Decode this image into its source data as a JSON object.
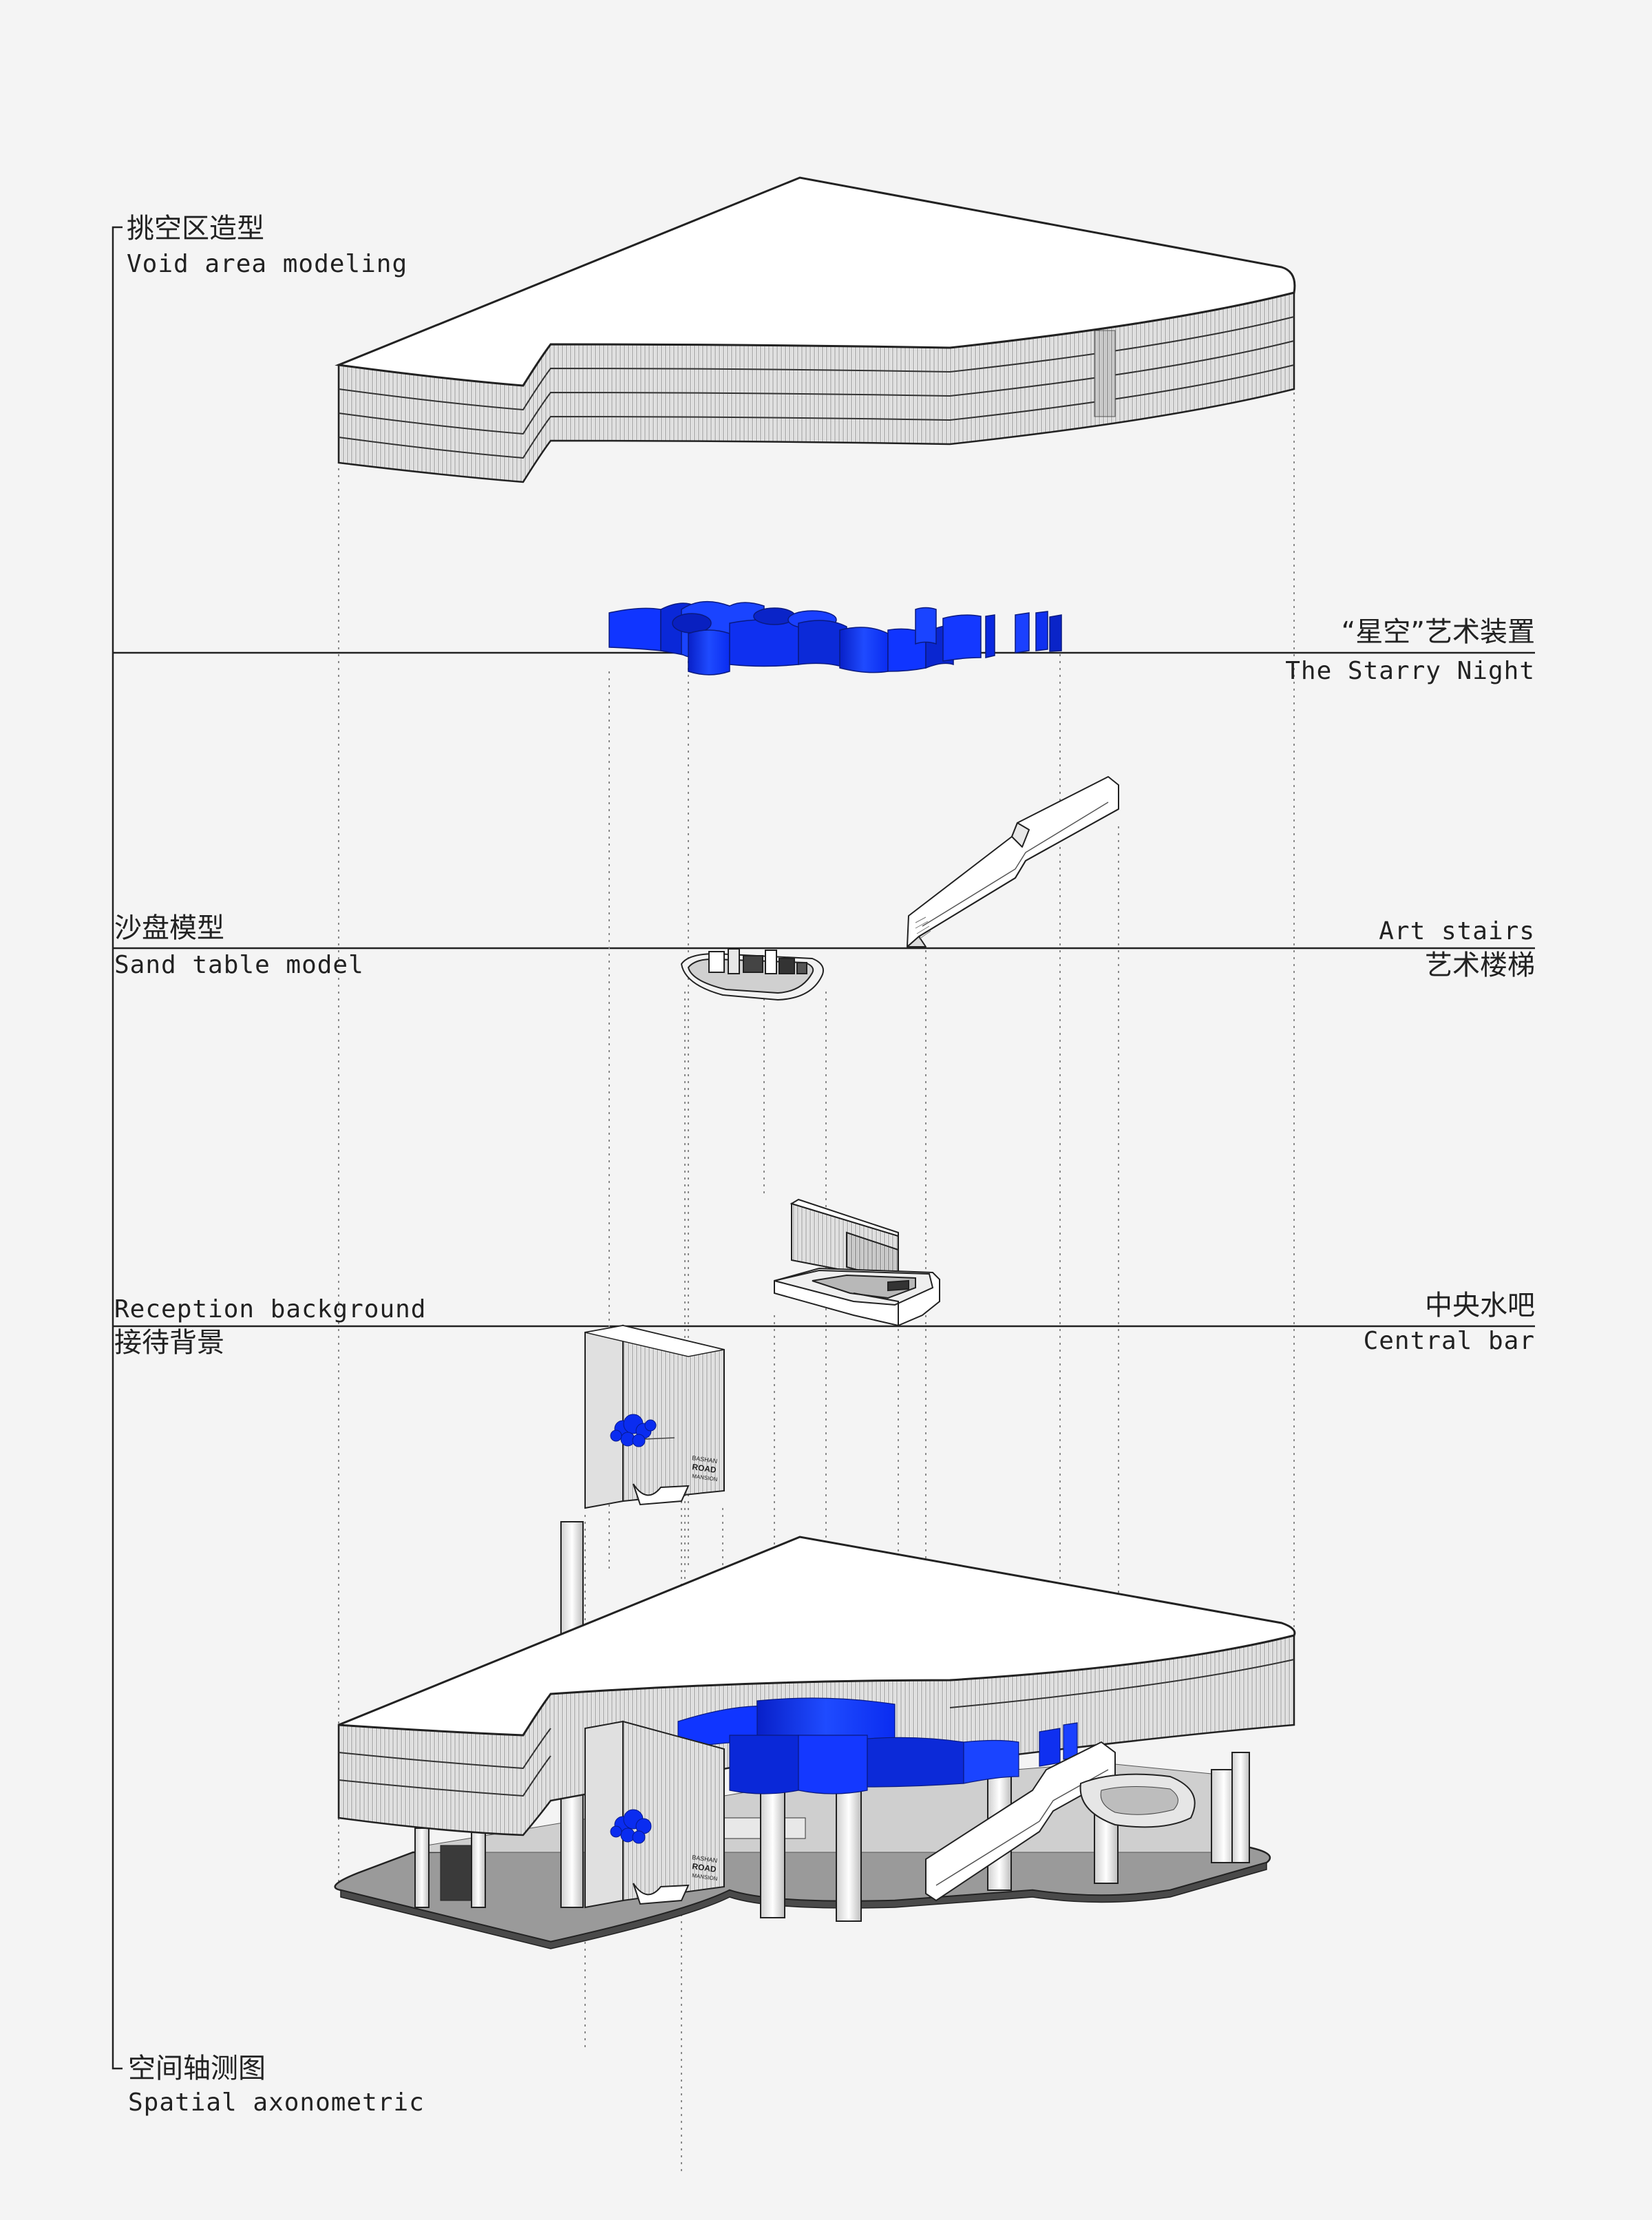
{
  "labels": {
    "void_zh": "挑空区造型",
    "void_en": "Void area modeling",
    "starry_zh": "“星空”艺术装置",
    "starry_en": "The Starry Night",
    "sand_zh": "沙盘模型",
    "sand_en": "Sand table model",
    "stairs_en": "Art stairs",
    "stairs_zh": "艺术楼梯",
    "reception_en": "Reception background",
    "reception_zh": "接待背景",
    "bar_zh": "中央水吧",
    "bar_en": "Central bar",
    "axo_zh": "空间轴测图",
    "axo_en": "Spatial axonometric"
  },
  "panel_logo": {
    "line1": "BASHAN",
    "line2": "ROAD",
    "line3": "MANSION"
  },
  "colors": {
    "background": "#f4f4f4",
    "accent_blue": "#0a2cf0",
    "line": "#1a1a1a",
    "floor": "#9a9a9a",
    "facade": "#e6e6e6"
  }
}
